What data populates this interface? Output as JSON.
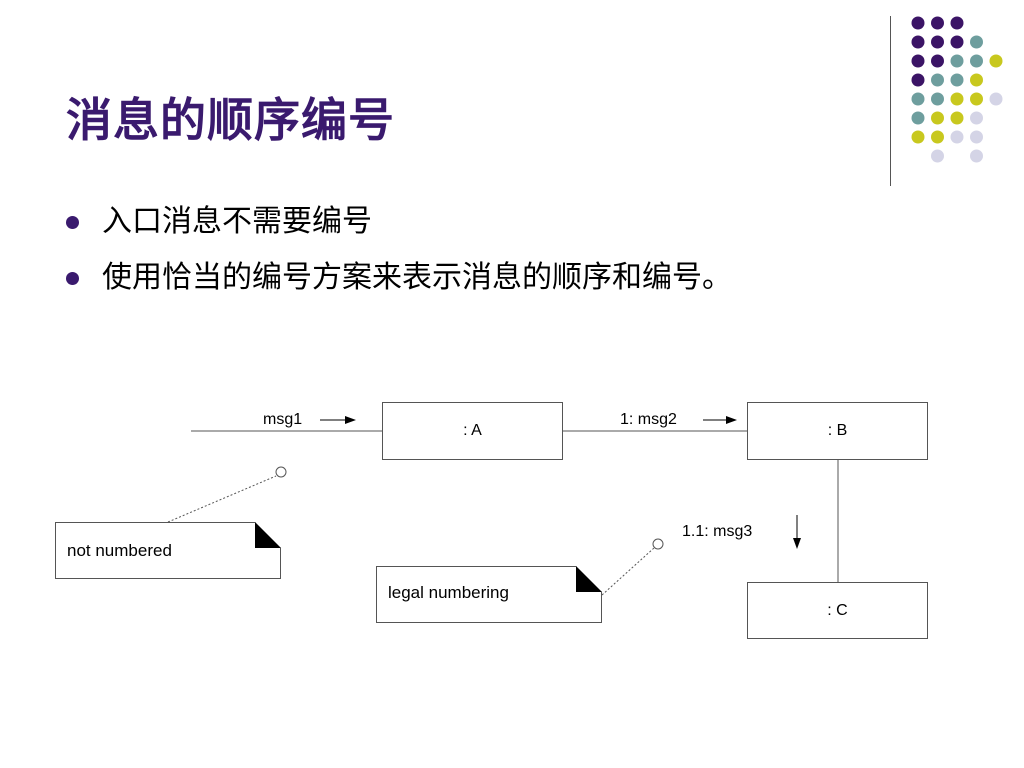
{
  "title": "消息的顺序编号",
  "bullets": [
    "入口消息不需要编号",
    "使用恰当的编号方案来表示消息的顺序和编号。"
  ],
  "colors": {
    "title": "#3a1a6e",
    "purple": "#3b1466",
    "teal": "#6e9e9e",
    "lime": "#c8c81e",
    "lavender": "#d4d4e6"
  },
  "diagram": {
    "objects": {
      "a": ": A",
      "b": ": B",
      "c": ": C"
    },
    "messages": {
      "msg1": "msg1",
      "msg2": "1: msg2",
      "msg3": "1.1: msg3"
    },
    "notes": {
      "not_numbered": "not numbered",
      "legal_numbering": "legal numbering"
    }
  }
}
